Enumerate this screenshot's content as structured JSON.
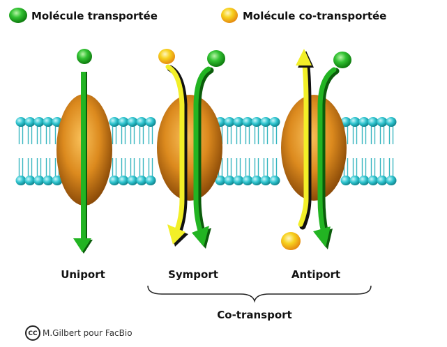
{
  "legend": {
    "transported_label": "Molécule transportée",
    "cotransported_label": "Molécule co-transportée"
  },
  "transporters": {
    "uniport_label": "Uniport",
    "symport_label": "Symport",
    "antiport_label": "Antiport"
  },
  "group": {
    "cotransport_label": "Co-transport"
  },
  "credit": {
    "cc_mark": "CC",
    "text": "M.Gilbert pour FacBio"
  },
  "colors": {
    "transported": "#22b422",
    "cotransported": "#f3c21c",
    "protein": "#d98a1c",
    "lipid_head": "#2ec6cf",
    "arrow_green": "#1a9e1a",
    "arrow_yellow": "#f2ef28"
  }
}
